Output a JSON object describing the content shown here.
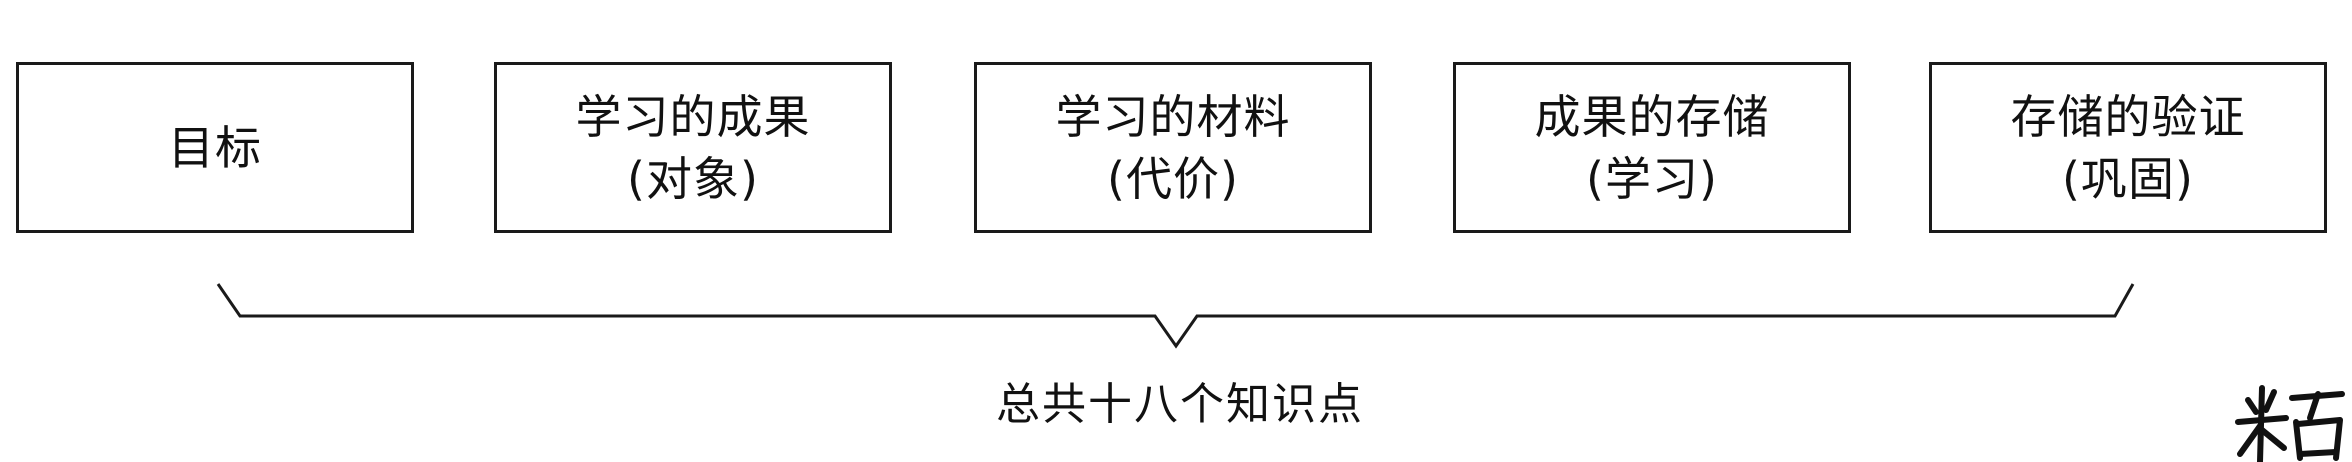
{
  "diagram": {
    "boxes": [
      {
        "line1": "目标",
        "line2": ""
      },
      {
        "line1": "学习的成果",
        "line2": "(对象)"
      },
      {
        "line1": "学习的材料",
        "line2": "(代价)"
      },
      {
        "line1": "成果的存储",
        "line2": "(学习)"
      },
      {
        "line1": "存储的验证",
        "line2": "(巩固)"
      }
    ],
    "summary": "总共十八个知识点",
    "signature_text": "米古"
  }
}
